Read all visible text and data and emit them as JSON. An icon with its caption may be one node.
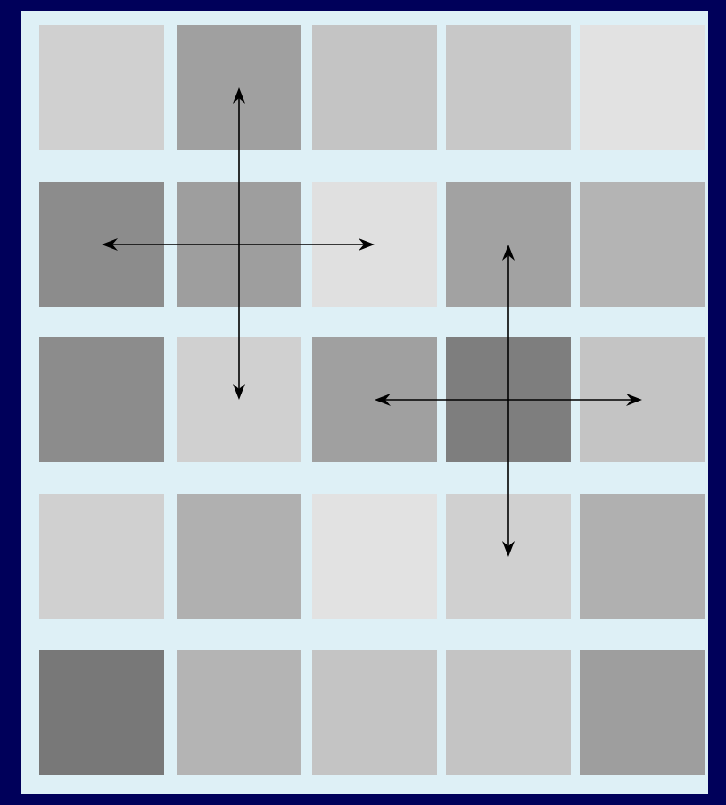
{
  "diagram": {
    "nodes": [
      {
        "text": [],
        "shape": "box"
      },
      {
        "text": [],
        "shape": "box"
      },
      {
        "text": [],
        "shape": "box"
      },
      {
        "text": [],
        "shape": "box"
      },
      {
        "text": [],
        "shape": "box"
      },
      {
        "text": [],
        "shape": "box"
      },
      {
        "text": [],
        "shape": "box"
      },
      {
        "text": [],
        "shape": "box"
      },
      {
        "text": [],
        "shape": "box"
      },
      {
        "text": [],
        "shape": "box"
      },
      {
        "text": [],
        "shape": "box"
      },
      {
        "text": [],
        "shape": "box"
      },
      {
        "text": [],
        "shape": "box"
      },
      {
        "text": [],
        "shape": "box"
      },
      {
        "text": [],
        "shape": "box"
      },
      {
        "text": [],
        "shape": "box"
      },
      {
        "text": [],
        "shape": "box"
      },
      {
        "text": [],
        "shape": "box"
      },
      {
        "text": [],
        "shape": "box"
      },
      {
        "text": [],
        "shape": "box"
      },
      {
        "text": [],
        "shape": "box"
      },
      {
        "text": [],
        "shape": "box"
      },
      {
        "text": [],
        "shape": "box"
      },
      {
        "text": [],
        "shape": "box"
      },
      {
        "text": [],
        "shape": "box"
      }
    ],
    "edges": [
      {
        "from": 6,
        "to": 1,
        "arrow": "to"
      },
      {
        "from": 6,
        "to": 5,
        "arrow": "to"
      },
      {
        "from": 6,
        "to": 7,
        "arrow": "to"
      },
      {
        "from": 6,
        "to": 11,
        "arrow": "to"
      },
      {
        "from": 13,
        "to": 8,
        "arrow": "to"
      },
      {
        "from": 13,
        "to": 12,
        "arrow": "to"
      },
      {
        "from": 13,
        "to": 14,
        "arrow": "to"
      },
      {
        "from": 13,
        "to": 18,
        "arrow": "to"
      }
    ]
  }
}
